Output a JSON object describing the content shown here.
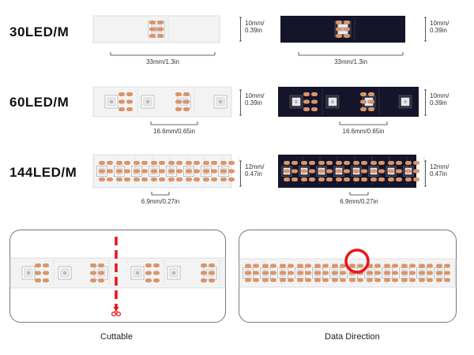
{
  "rows": [
    {
      "label": "30LED/M",
      "width": "10mm/\n0.39in",
      "pitch": "33mm/1.3in"
    },
    {
      "label": "60LED/M",
      "width": "10mm/\n0.39in",
      "pitch": "16.6mm/0.65in"
    },
    {
      "label": "144LED/M",
      "width": "12mm/\n0.47in",
      "pitch": "6.9mm/0.27in"
    }
  ],
  "captions": {
    "cuttable": "Cuttable",
    "data_direction": "Data Direction"
  },
  "colors": {
    "pad": "#d9956a",
    "strip_white": "#f3f3f3",
    "strip_black": "#14142a",
    "highlight": "#e8141b",
    "led": "#e9e9ee"
  },
  "icons": {
    "cut": "scissors-icon",
    "direction": "highlight-circle"
  }
}
